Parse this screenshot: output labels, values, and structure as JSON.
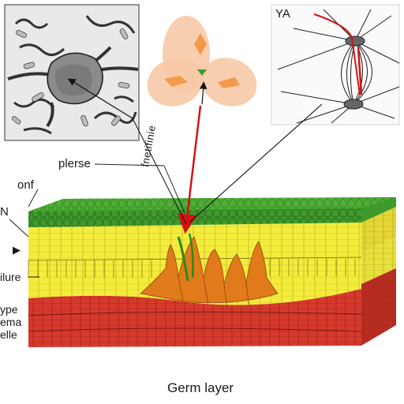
{
  "labels": {
    "ya": "YA",
    "plerse": "plerse",
    "onf": "onf",
    "n": "N",
    "ilure": "ilure",
    "ype": "ype",
    "ema": "ema",
    "elle": "elle",
    "vertical_text": "fnetifinie"
  },
  "caption": "Germ layer",
  "colors": {
    "ectoderm": "#3f9a2c",
    "mesoderm": "#f4ec3c",
    "endoderm": "#d63a2c",
    "invagination": "#e07a1a",
    "arrow_red": "#d01414",
    "cell_pink": "#f6c9a6",
    "cell_orange": "#f39a4a"
  },
  "icons": {
    "marker": "triangle-right-icon"
  }
}
